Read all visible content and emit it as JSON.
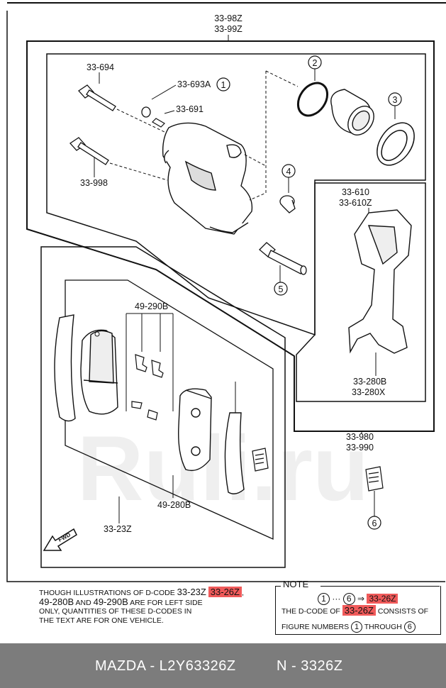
{
  "labels": {
    "top_assembly_a": "33-98Z",
    "top_assembly_b": "33-99Z",
    "bolt_a": "33-694",
    "bolt_b": "33-998",
    "bleeder_cap": "33-693A",
    "bleeder": "33-691",
    "bracket_a": "33-610",
    "bracket_b": "33-610Z",
    "bracket_part_a": "33-280B",
    "bracket_part_b": "33-280X",
    "pad_clip": "49-290B",
    "shim": "49-280B",
    "pad_kit": "33-23Z",
    "caliper_a": "33-980",
    "caliper_b": "33-990",
    "fwd": "FWD"
  },
  "callouts": [
    "1",
    "2",
    "3",
    "4",
    "5",
    "6"
  ],
  "note_left": {
    "line1_pre": "THOUGH ILLUSTRATIONS OF D-CODE",
    "line1_code1": "33-23Z",
    "line1_code2": "33-26Z",
    "line1_dot": ",",
    "line2_code1": "49-280B",
    "line2_and": "AND",
    "line2_code2": "49-290B",
    "line2_post": "ARE FOR LEFT SIDE",
    "line3": "ONLY, QUANTITIES OF THESE D-CODES IN",
    "line4": "THE TEXT ARE FOR ONE VEHICLE."
  },
  "note_right": {
    "title": "NOTE",
    "from": "1",
    "dots": "···",
    "to": "6",
    "arrow": "⇒",
    "code": "33-26Z",
    "line2_pre": "THE D-CODE OF",
    "line2_code": "33-26Z",
    "line2_post": "CONSISTS OF",
    "line3_pre": "FIGURE NUMBERS",
    "line3_n1": "1",
    "line3_mid": "THROUGH",
    "line3_n2": "6"
  },
  "footer": {
    "brand_part": "MAZDA - L2Y63326Z",
    "number": "N - 3326Z"
  },
  "watermark": "Ruli.ru",
  "colors": {
    "highlight": "#f05a5a",
    "footer_bg": "#7c7c7c"
  }
}
